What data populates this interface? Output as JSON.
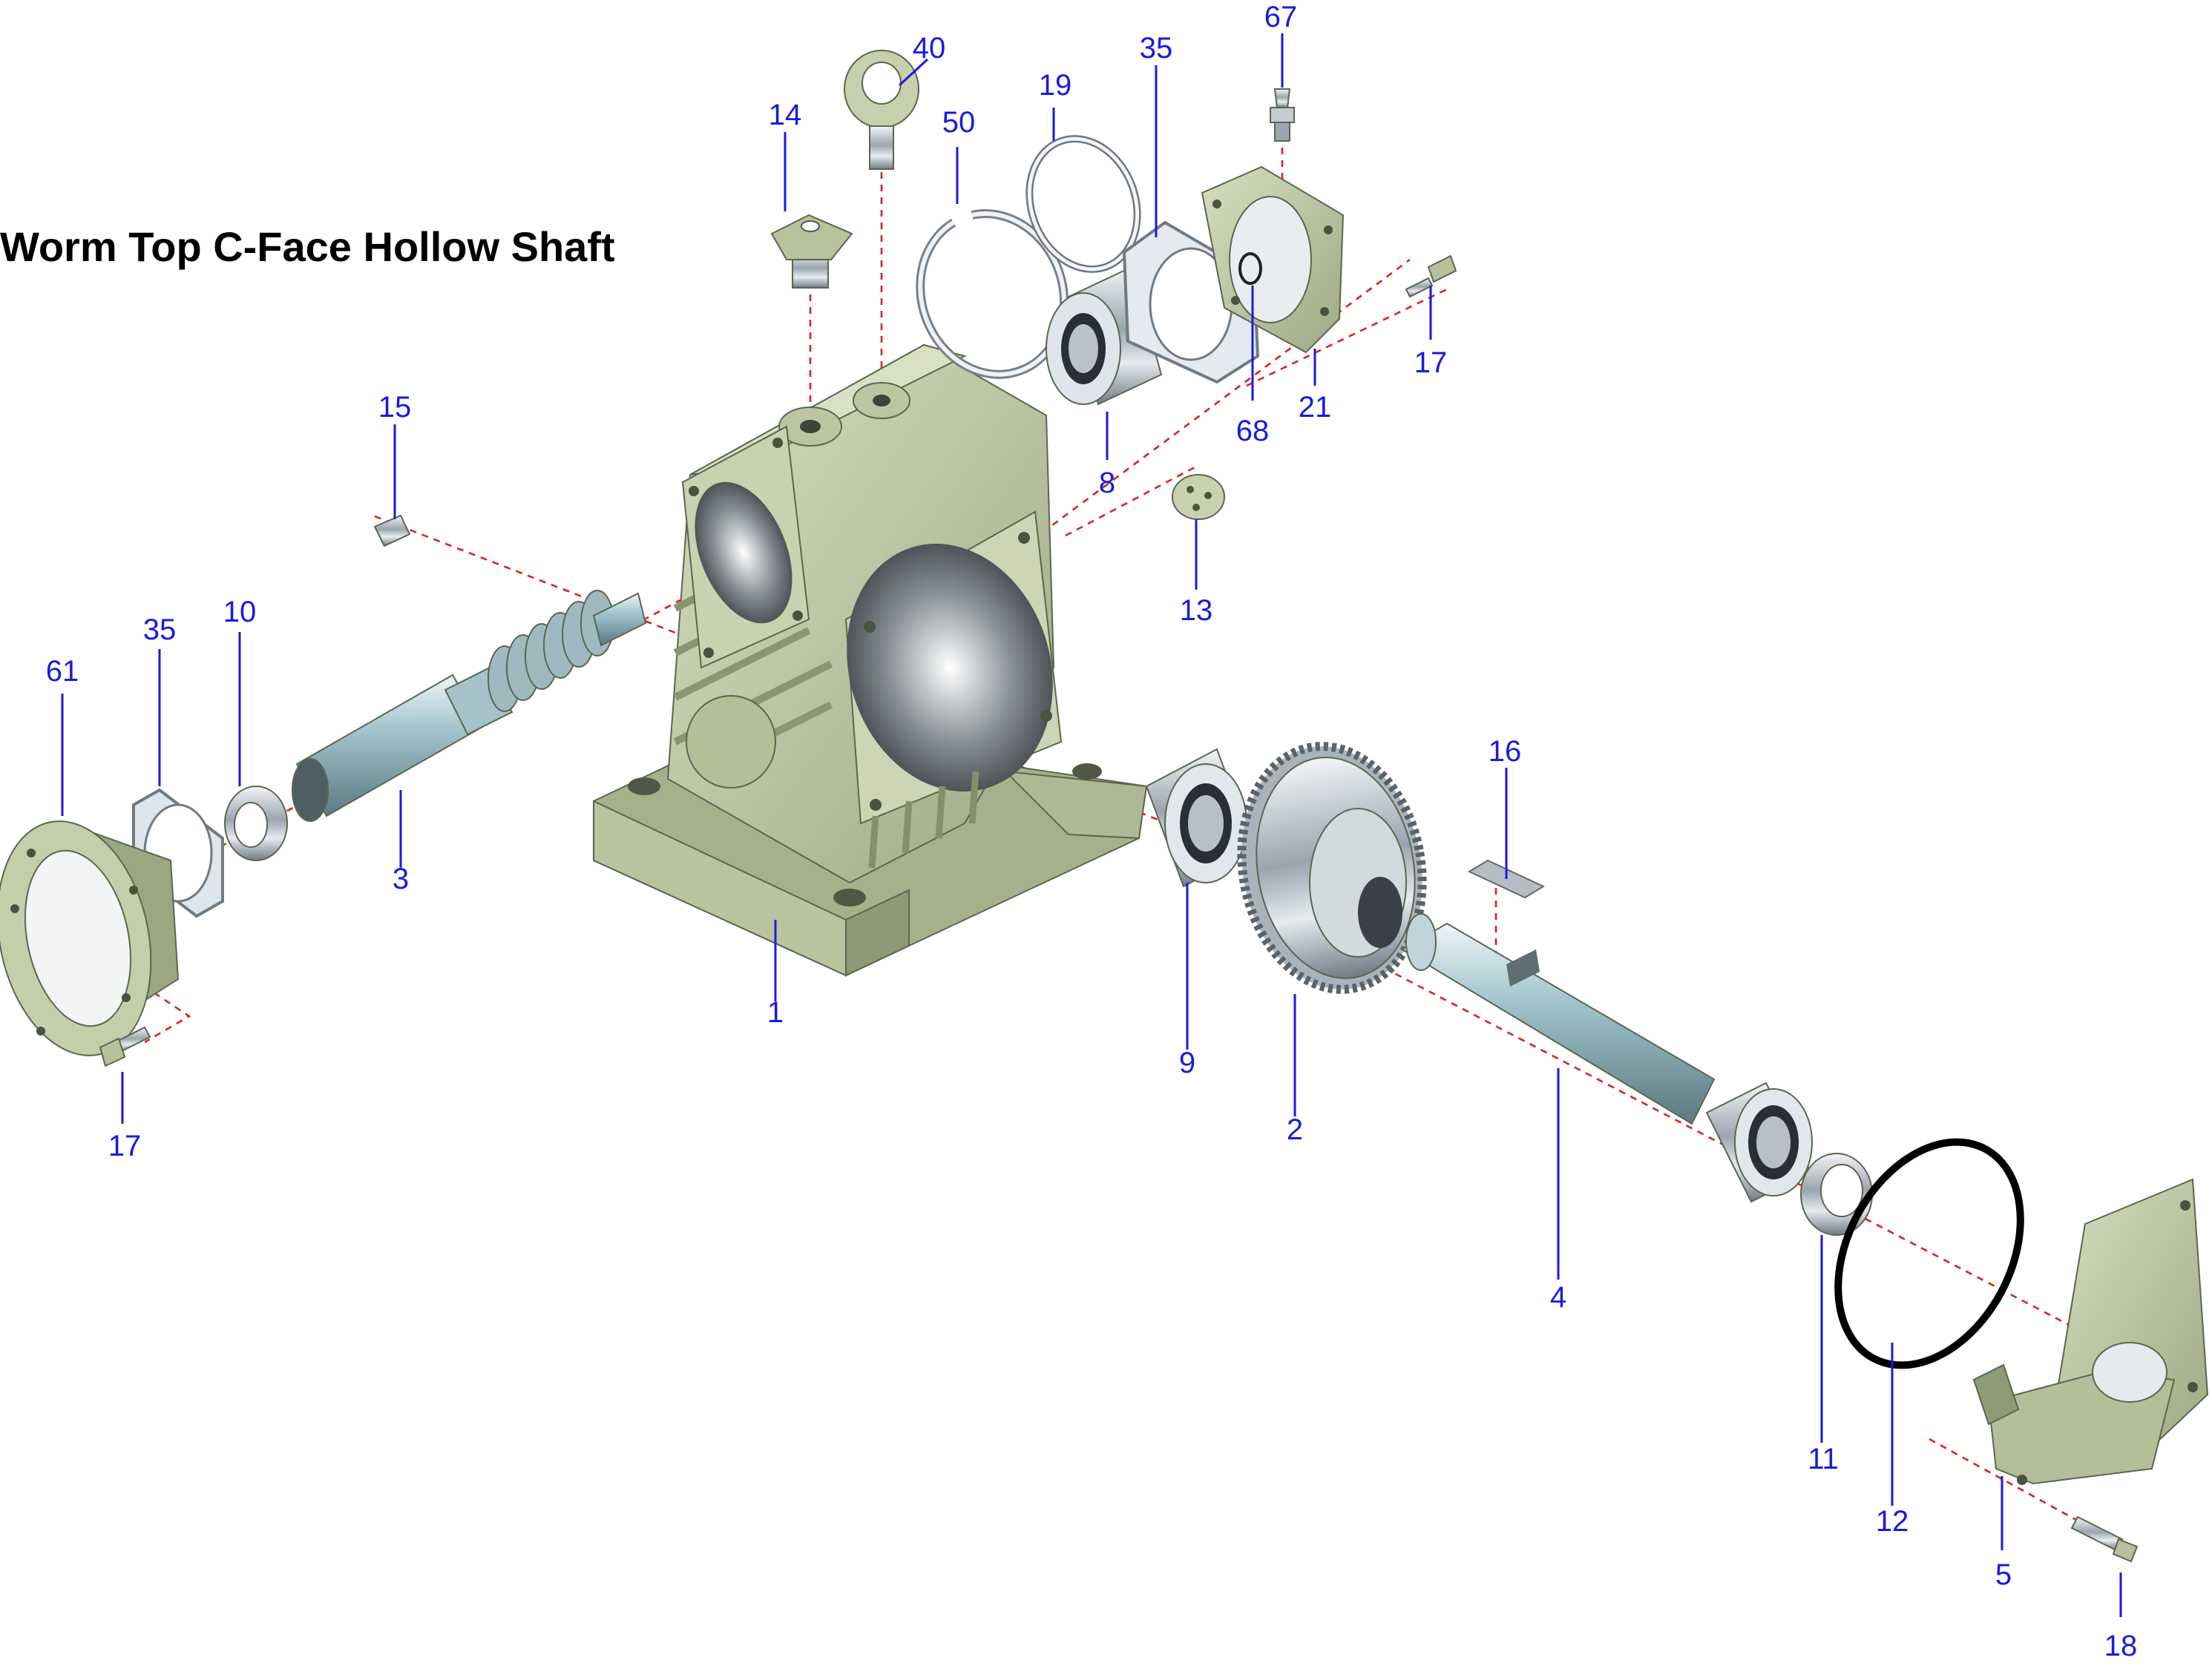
{
  "title": "Worm Top C-Face Hollow Shaft",
  "callouts": {
    "p40": "40",
    "p67": "67",
    "p14": "14",
    "p50": "50",
    "p19": "19",
    "p35_top": "35",
    "p17_right": "17",
    "p21": "21",
    "p68": "68",
    "p8": "8",
    "p15": "15",
    "p13": "13",
    "p61": "61",
    "p35_left": "35",
    "p10": "10",
    "p3": "3",
    "p1": "1",
    "p17_left": "17",
    "p16": "16",
    "p9": "9",
    "p2": "2",
    "p4": "4",
    "p11": "11",
    "p12": "12",
    "p5": "5",
    "p18": "18"
  },
  "colors": {
    "housing": "#c3ccaa",
    "housing_dark": "#97a27e",
    "steel": "#c8cfd6",
    "callout": "#1a1adf",
    "axis_line": "#e0201e"
  }
}
